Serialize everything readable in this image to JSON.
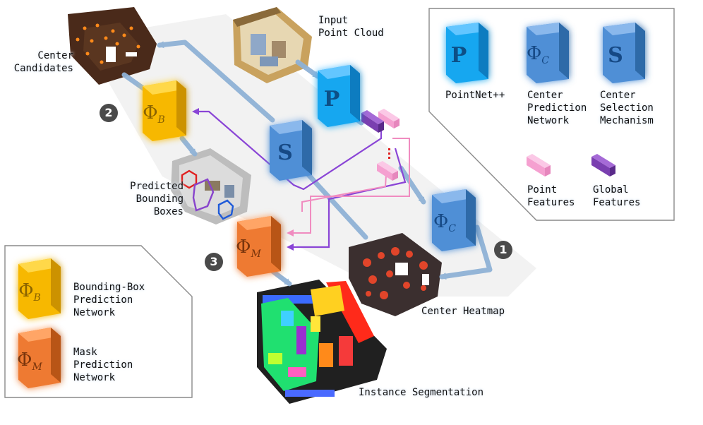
{
  "labels": {
    "input_point_cloud": "Input\nPoint Cloud",
    "center_candidates": "Center\nCandidates",
    "predicted_bounding_boxes": "Predicted\nBounding\nBoxes",
    "center_heatmap": "Center Heatmap",
    "instance_segmentation": "Instance Segmentation"
  },
  "steps": [
    "2",
    "3",
    "1"
  ],
  "module_symbols": {
    "pointnet": "P",
    "selection": "S",
    "phi_c": "Φ",
    "phi_c_sub": "C",
    "phi_b": "Φ",
    "phi_b_sub": "B",
    "phi_m": "Φ",
    "phi_m_sub": "M"
  },
  "legend_right": {
    "pointnet": "PointNet++",
    "center_net": "Center\nPrediction\nNetwork",
    "center_sel": "Center\nSelection\nMechanism",
    "point_features": "Point\nFeatures",
    "global_features": "Global\nFeatures"
  },
  "legend_left": {
    "bbox_net": "Bounding-Box\nPrediction\nNetwork",
    "mask_net": "Mask\nPrediction\nNetwork"
  },
  "colors": {
    "pointnet_blue": "#19a7f0",
    "center_blue": "#4f8fd6",
    "bbox_yellow": "#f7b800",
    "mask_orange": "#ee7a30",
    "point_feature_pink": "#f6a6d2",
    "global_feature_purple": "#7a3fb0",
    "flow_arrow": "#8fb2d6",
    "purple_arrow": "#8a45d6",
    "pink_arrow": "#f08cc0"
  },
  "icons": [
    "cube-icon",
    "feature-bar-icon",
    "step-badge-icon",
    "arrow-icon"
  ]
}
